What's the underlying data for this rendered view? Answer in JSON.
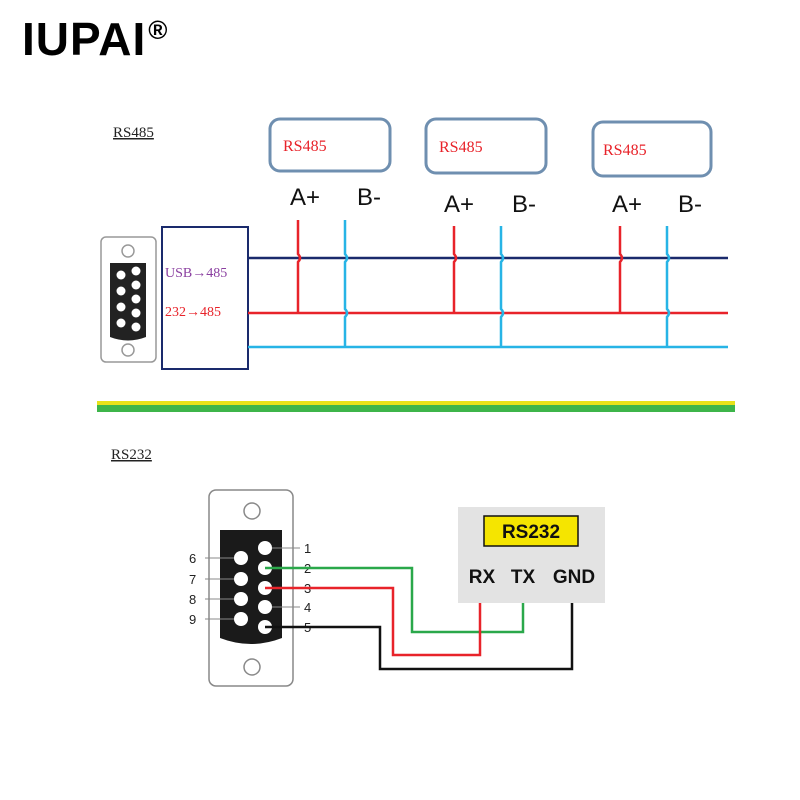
{
  "brand": {
    "name": "IUPAI",
    "mark": "®"
  },
  "rs485_section": {
    "title": "RS485",
    "converter": {
      "line1": "USB→485",
      "line2": "232→485"
    },
    "nodes": [
      {
        "label": "RS485",
        "pin_a": "A+",
        "pin_b": "B-"
      },
      {
        "label": "RS485",
        "pin_a": "A+",
        "pin_b": "B-"
      },
      {
        "label": "RS485",
        "pin_a": "A+",
        "pin_b": "B-"
      }
    ]
  },
  "rs232_section": {
    "title": "RS232",
    "db9_left_pins": [
      "6",
      "7",
      "8",
      "9"
    ],
    "db9_right_pins": [
      "1",
      "2",
      "3",
      "4",
      "5"
    ],
    "device": {
      "label": "RS232",
      "pins": [
        "RX",
        "TX",
        "GND"
      ]
    }
  },
  "colors": {
    "dark_blue_line": "#1a2a6c",
    "red_line": "#e8232a",
    "light_blue_line": "#27b4e6",
    "green_line": "#2aa84a",
    "black_line": "#111111",
    "node_border": "#6f8fb0",
    "device_label_bg": "#f5e500",
    "ground_bar_green": "#3db54a",
    "ground_bar_yellow": "#e7e21a",
    "converter_text_purple": "#8a3fa0",
    "converter_text_red": "#e8232a"
  }
}
